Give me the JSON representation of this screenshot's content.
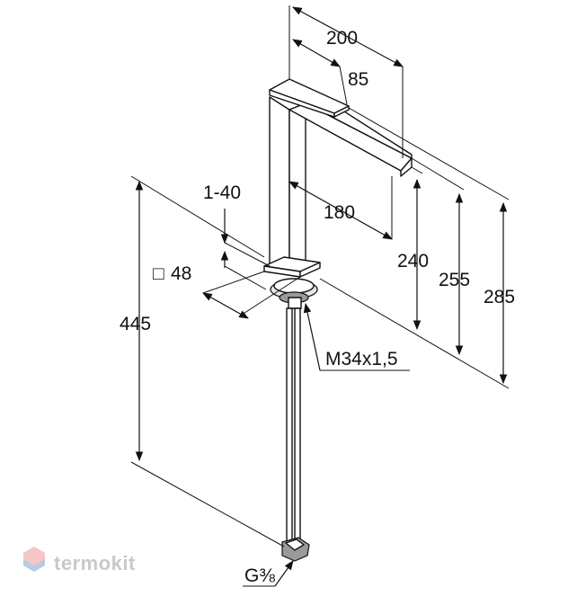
{
  "dimensions": {
    "total_length": "200",
    "lever_length": "85",
    "spout_reach": "180",
    "spout_height": "240",
    "lever_height": "255",
    "total_height": "285",
    "deck_thickness": "1-40",
    "base_square": "48",
    "base_square_symbol": "□",
    "hose_length": "445",
    "mount_thread": "M34x1,5",
    "hose_connection": "G⅜"
  },
  "watermark": {
    "text": "termokit",
    "color": "#c9c9c9",
    "logo_top_color": "#f2a7a7",
    "logo_bottom_color": "#9ec6e8"
  }
}
